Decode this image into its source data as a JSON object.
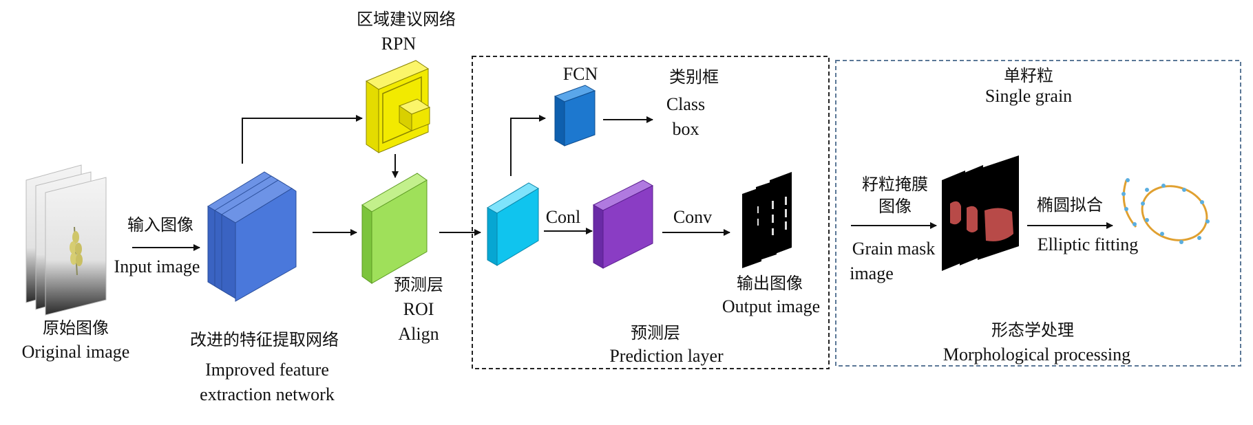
{
  "colors": {
    "rpn": "#f2ea00",
    "backbone": "#4a78db",
    "roi": "#9fe05a",
    "pred_input": "#10c4ee",
    "pred_conv": "#8a3dc4",
    "fcn": "#1d78cf",
    "mask_red": "#b84a48",
    "ellipse": "#e0a030",
    "points": "#5aaee0",
    "dash_black": "#222222",
    "dash_blue": "#5a7796"
  },
  "nodes": {
    "original": {
      "zh": "原始图像",
      "en": "Original image"
    },
    "input_arrow": {
      "zh": "输入图像",
      "en": "Input image"
    },
    "backbone": {
      "zh": "改进的特征提取网络",
      "en_line1": "Improved feature",
      "en_line2": "extraction network"
    },
    "rpn": {
      "zh": "区域建议网络",
      "en": "RPN"
    },
    "roi": {
      "zh": "预测层",
      "en_line1": "ROI",
      "en_line2": "Align"
    },
    "fcn": {
      "en": "FCN"
    },
    "class_box": {
      "zh": "类别框",
      "en_line1": "Class",
      "en_line2": "box"
    },
    "conl": {
      "en": "Conl"
    },
    "conv": {
      "en": "Conv"
    },
    "output": {
      "zh": "输出图像",
      "en": "Output image"
    },
    "prediction_layer": {
      "zh": "预测层",
      "en": "Prediction layer"
    },
    "single_grain": {
      "zh": "单籽粒",
      "en": "Single grain"
    },
    "grain_mask": {
      "zh_line1": "籽粒掩膜",
      "zh_line2": "图像",
      "en_line1": "Grain mask",
      "en_line2": "image"
    },
    "elliptic": {
      "zh": "椭圆拟合",
      "en": "Elliptic fitting"
    },
    "morph": {
      "zh": "形态学处理",
      "en": "Morphological processing"
    }
  }
}
